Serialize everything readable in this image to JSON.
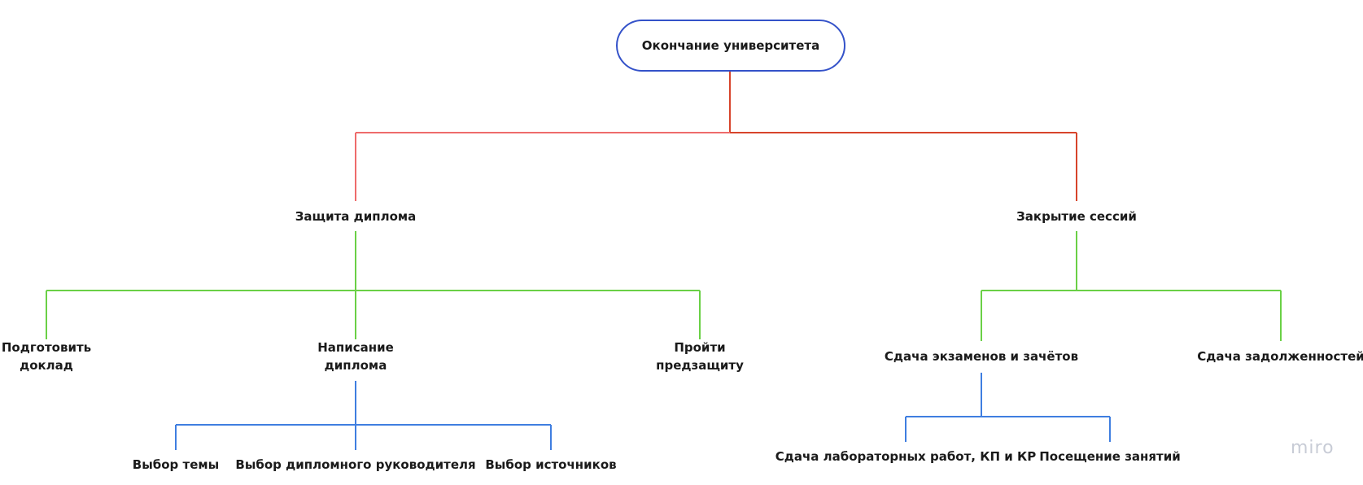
{
  "diagram": {
    "root": {
      "label": "Окончание университета"
    },
    "level1": {
      "diploma_defense": "Защита диплома",
      "close_sessions": "Закрытие сессий"
    },
    "level2": {
      "prepare_report": [
        "Подготовить",
        "доклад"
      ],
      "write_diploma": [
        "Написание",
        "диплома"
      ],
      "pre_defense": [
        "Пройти",
        "предзащиту"
      ],
      "exams_credits": "Сдача экзаменов и зачётов",
      "debts": "Сдача задолженностей"
    },
    "level3": {
      "topic_choice": "Выбор темы",
      "supervisor_choice": "Выбор дипломного руководителя",
      "sources_choice": "Выбор источников",
      "labs_kp_kr": "Сдача лабораторных работ, КП и КР",
      "attendance": "Посещение занятий"
    },
    "colors": {
      "root_border": "#3452c9",
      "level1_left_connector": "#ee6b6b",
      "level1_right_connector": "#d7442b",
      "level2_connector": "#6ad046",
      "level3_connector": "#3f7ee0"
    }
  },
  "branding": {
    "watermark": "miro"
  }
}
